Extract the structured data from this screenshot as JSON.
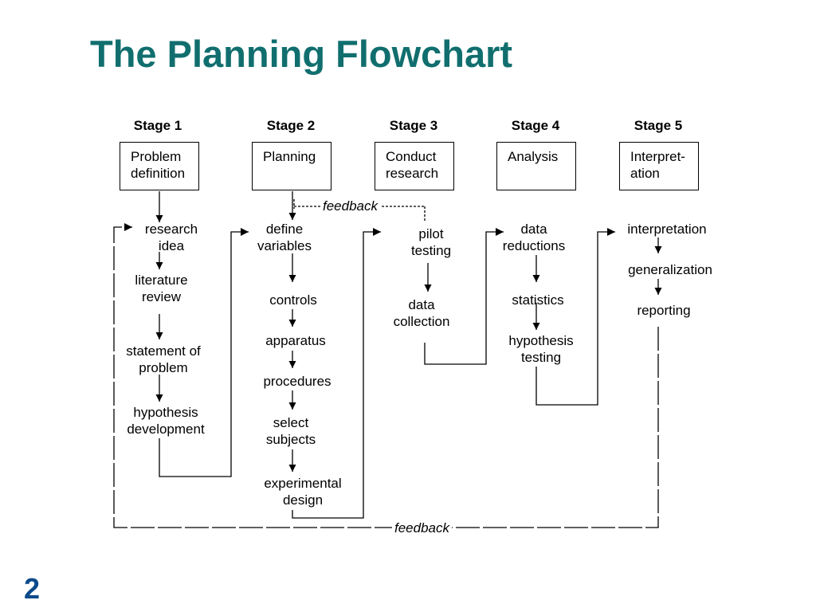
{
  "title": "The Planning Flowchart",
  "page_number": "2",
  "stages": [
    {
      "header": "Stage 1",
      "box": "Problem\ndefinition",
      "steps": [
        "research\nidea",
        "literature\nreview",
        "statement of\nproblem",
        "hypothesis\ndevelopment"
      ]
    },
    {
      "header": "Stage 2",
      "box": "Planning",
      "steps": [
        "define\nvariables",
        "controls",
        "apparatus",
        "procedures",
        "select\nsubjects",
        "experimental\ndesign"
      ]
    },
    {
      "header": "Stage 3",
      "box": "Conduct\nresearch",
      "steps": [
        "pilot\ntesting",
        "data\ncollection"
      ]
    },
    {
      "header": "Stage 4",
      "box": "Analysis",
      "steps": [
        "data\nreductions",
        "statistics",
        "hypothesis\ntesting"
      ]
    },
    {
      "header": "Stage 5",
      "box": "Interpret-\nation",
      "steps": [
        "interpretation",
        "generalization",
        "reporting"
      ]
    }
  ],
  "feedback_labels": {
    "top": "feedback",
    "bottom": "feedback"
  }
}
